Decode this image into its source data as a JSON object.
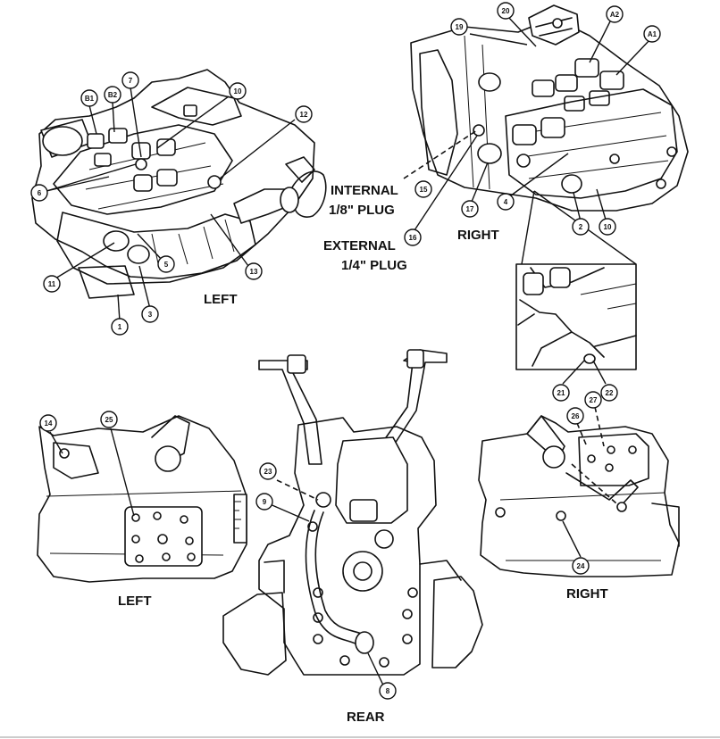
{
  "labels": {
    "left_top": "LEFT",
    "right_top": "RIGHT",
    "internal_plug_1": "INTERNAL",
    "internal_plug_2": "1/8\" PLUG",
    "external_plug_1": "EXTERNAL",
    "external_plug_2": "1/4\" PLUG",
    "left_bottom": "LEFT",
    "right_bottom": "RIGHT",
    "rear": "REAR"
  },
  "callouts": {
    "c1": "1",
    "c2": "2",
    "c3": "3",
    "c4": "4",
    "c5": "5",
    "c6": "6",
    "c7": "7",
    "c8": "8",
    "c9": "9",
    "c10a": "10",
    "c10b": "10",
    "c11": "11",
    "c12": "12",
    "c13": "13",
    "c14": "14",
    "c15": "15",
    "c16": "16",
    "c17": "17",
    "c19": "19",
    "c20": "20",
    "c21": "21",
    "c22": "22",
    "c23": "23",
    "c24": "24",
    "c25": "25",
    "c26": "26",
    "c27": "27",
    "cB1": "B1",
    "cB2": "B2",
    "cA1": "A1",
    "cA2": "A2"
  }
}
